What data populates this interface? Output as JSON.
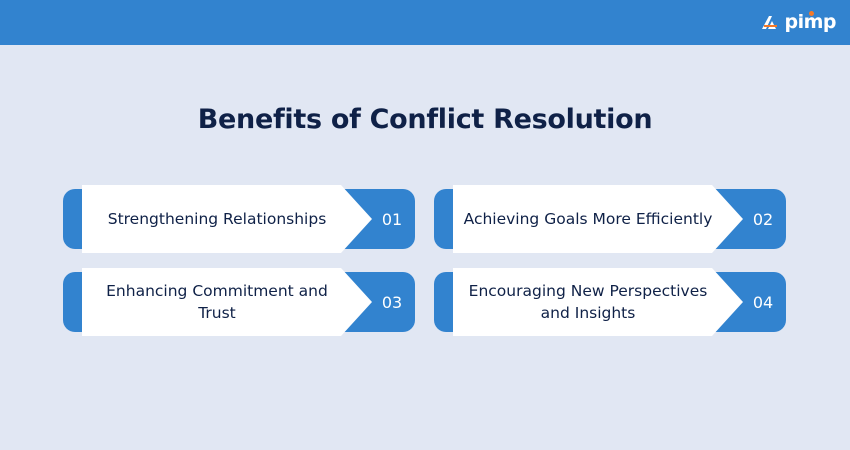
{
  "header": {
    "bar_color": "#3283cf",
    "logo": {
      "text": "pimp",
      "icon": "pimp-logo-icon",
      "accent_color": "#f37a2a"
    }
  },
  "title": "Benefits of Conflict Resolution",
  "colors": {
    "background": "#e1e7f3",
    "accent": "#3283cf",
    "text_dark": "#0f2147",
    "card": "#ffffff"
  },
  "benefits": [
    {
      "label": "Strengthening Relationships",
      "number": "01"
    },
    {
      "label": "Achieving Goals More Efficiently",
      "number": "02"
    },
    {
      "label": "Enhancing Commitment and Trust",
      "number": "03"
    },
    {
      "label": "Encouraging New Perspectives and Insights",
      "number": "04"
    }
  ]
}
